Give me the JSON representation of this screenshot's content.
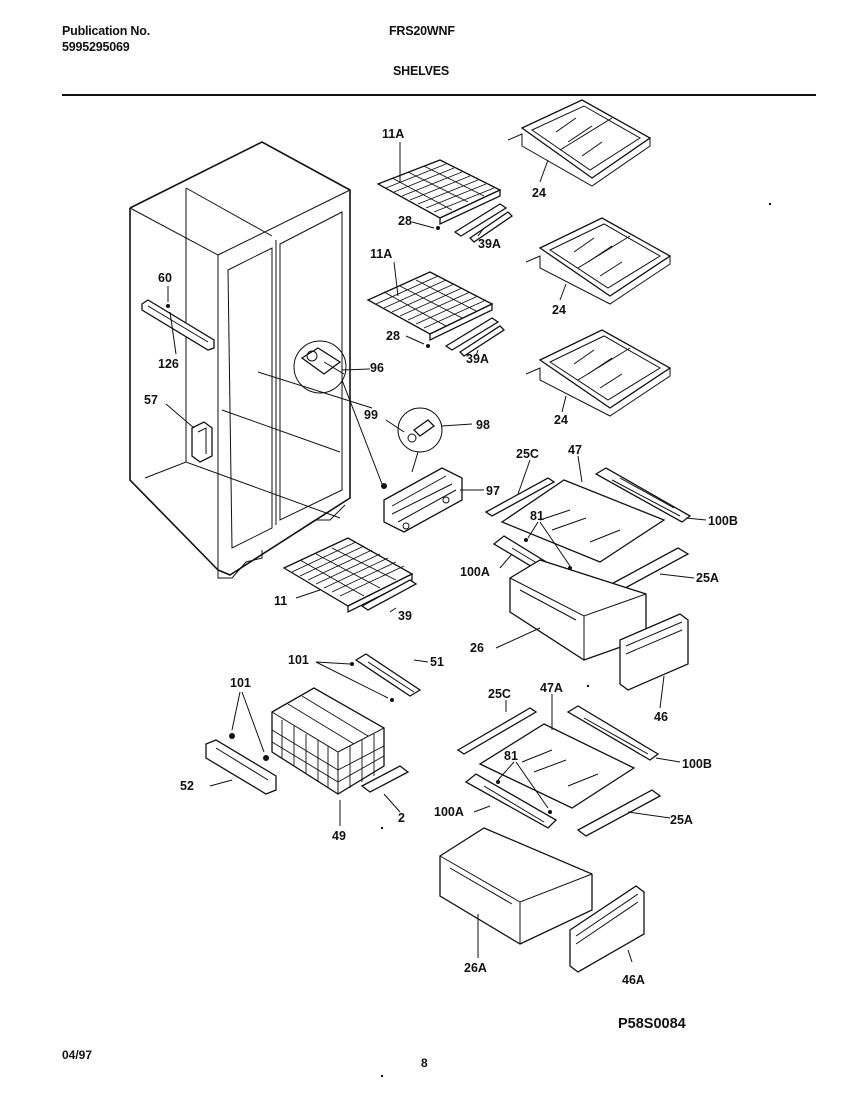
{
  "header": {
    "publication_label": "Publication No.",
    "publication_number": "5995295069",
    "model": "FRS20WNF",
    "section_title": "SHELVES"
  },
  "parts": {
    "p11A_top": "11A",
    "p28_top": "28",
    "p39A_top": "39A",
    "p24_top": "24",
    "p11A_mid": "11A",
    "p28_mid": "28",
    "p39A_mid": "39A",
    "p24_mid": "24",
    "p60": "60",
    "p126": "126",
    "p96_left": "96",
    "p57": "57",
    "p99": "99",
    "p98": "98",
    "p24_low": "24",
    "p97": "97",
    "p25C_upper": "25C",
    "p47": "47",
    "p81_upper": "81",
    "p100B_upper": "100B",
    "p100A_upper": "100A",
    "p25A_upper": "25A",
    "p11": "11",
    "p39": "39",
    "p26": "26",
    "p101_top": "101",
    "p51": "51",
    "p101_left": "101",
    "p46": "46",
    "p25C_lower": "25C",
    "p47A": "47A",
    "p52": "52",
    "p81_lower": "81",
    "p100B_lower": "100B",
    "p100A_lower": "100A",
    "p25A_lower": "25A",
    "p49": "49",
    "p2": "2",
    "p26A": "26A",
    "p46A": "46A"
  },
  "footer": {
    "diagram_code": "P58S0084",
    "date": "04/97",
    "page_number": "8"
  }
}
